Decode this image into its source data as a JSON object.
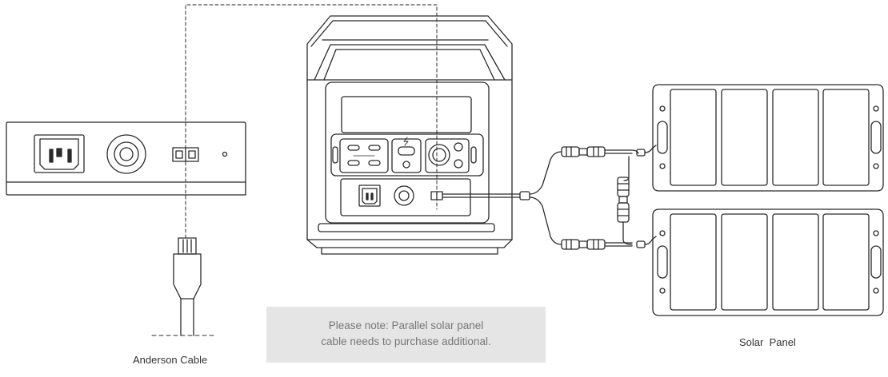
{
  "labels": {
    "anderson_cable": "Anderson Cable",
    "solar_panel": "Solar  Panel"
  },
  "note": {
    "line1": "Please note: Parallel solar panel",
    "line2": "cable needs to purchase additional."
  },
  "colors": {
    "stroke": "#2a2a2a",
    "note_background": "#e5e5e5",
    "note_text": "#777777"
  }
}
